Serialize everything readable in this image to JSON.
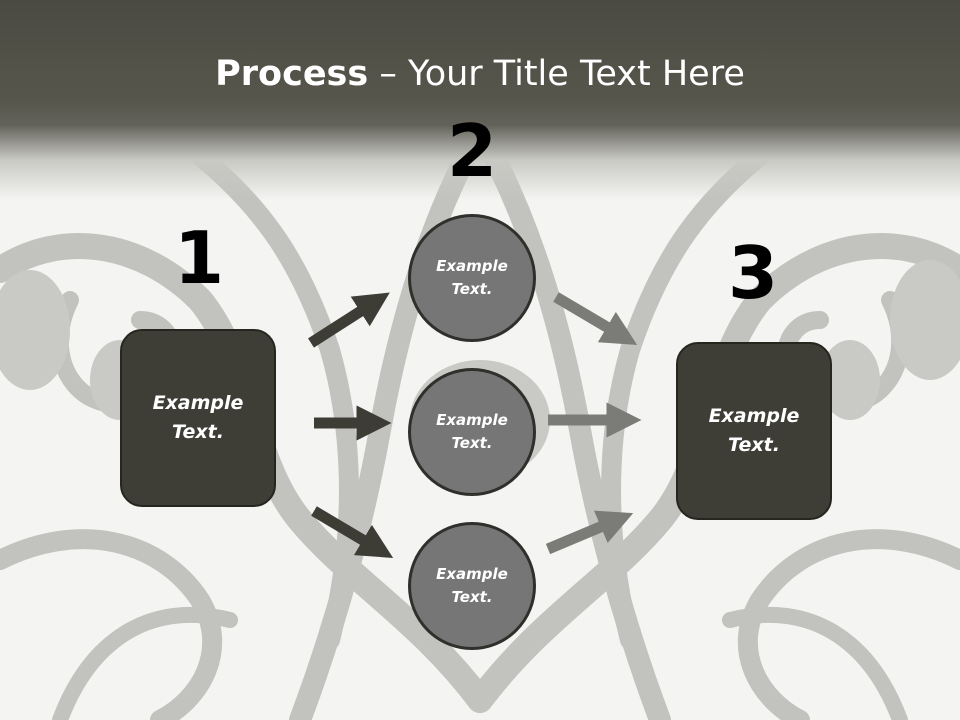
{
  "slide": {
    "title_bold": "Process",
    "title_rest": " – Your Title Text Here",
    "steps": [
      {
        "number": "1",
        "label": "Example Text."
      },
      {
        "number": "2",
        "labels": [
          "Example Text.",
          "Example Text.",
          "Example Text."
        ]
      },
      {
        "number": "3",
        "label": "Example Text."
      }
    ]
  },
  "colors": {
    "title_band": "#4b4a42",
    "box_fill": "#3e3e37",
    "circle_fill": "#767676",
    "dark_arrow": "#3d3d36",
    "light_arrow": "#7b7b78",
    "number_text": "#000000"
  },
  "background": {
    "motif": "wrought-iron-scrollwork-image"
  }
}
